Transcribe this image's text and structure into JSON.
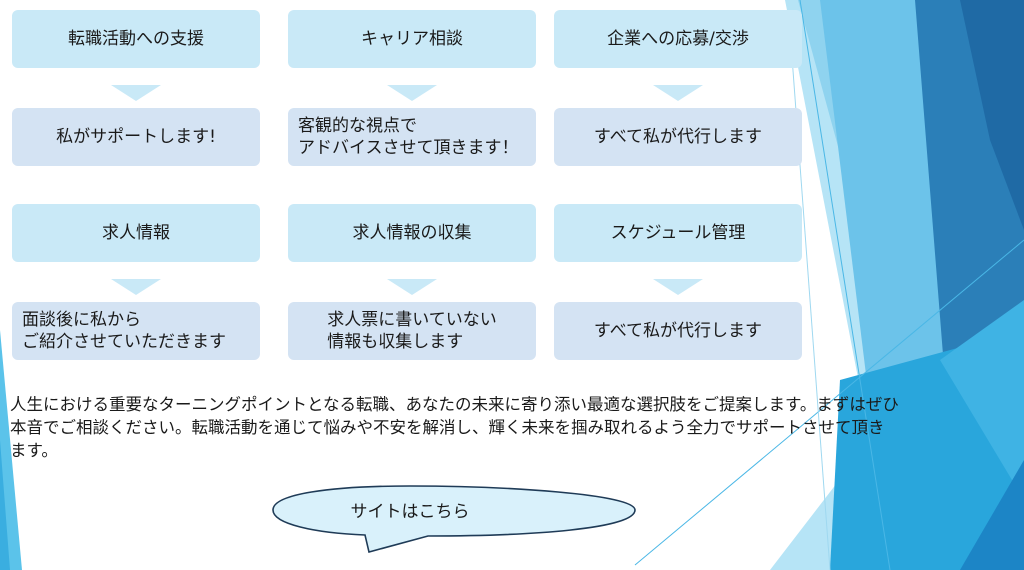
{
  "cards": [
    {
      "title": "転職活動への支援",
      "lines": [
        "私がサポートします!"
      ]
    },
    {
      "title": "キャリア相談",
      "lines": [
        "客観的な視点で",
        "アドバイスさせて頂きます！"
      ]
    },
    {
      "title": "企業への応募/交渉",
      "lines": [
        "すべて私が代行します"
      ]
    },
    {
      "title": "求人情報",
      "lines": [
        "面談後に私から",
        "ご紹介させていただきます"
      ]
    },
    {
      "title": "求人情報の収集",
      "lines": [
        "求人票に書いていない",
        "情報も収集します"
      ]
    },
    {
      "title": "スケジュール管理",
      "lines": [
        "すべて私が代行します"
      ]
    }
  ],
  "description": "人生における重要なターニングポイントとなる転職、あなたの未来に寄り添い最適な選択肢をご提案します。まずはぜひ本音でご相談ください。転職活動を通じて悩みや不安を解消し、輝く未来を掴み取れるよう全力でサポートさせて頂きます。",
  "cta": {
    "label": "サイトはこちら"
  },
  "colors": {
    "header_box": "#c9e9f7",
    "body_box": "#d4e3f3",
    "bubble_fill": "#d9f1fb",
    "bubble_stroke": "#1f3b57"
  }
}
